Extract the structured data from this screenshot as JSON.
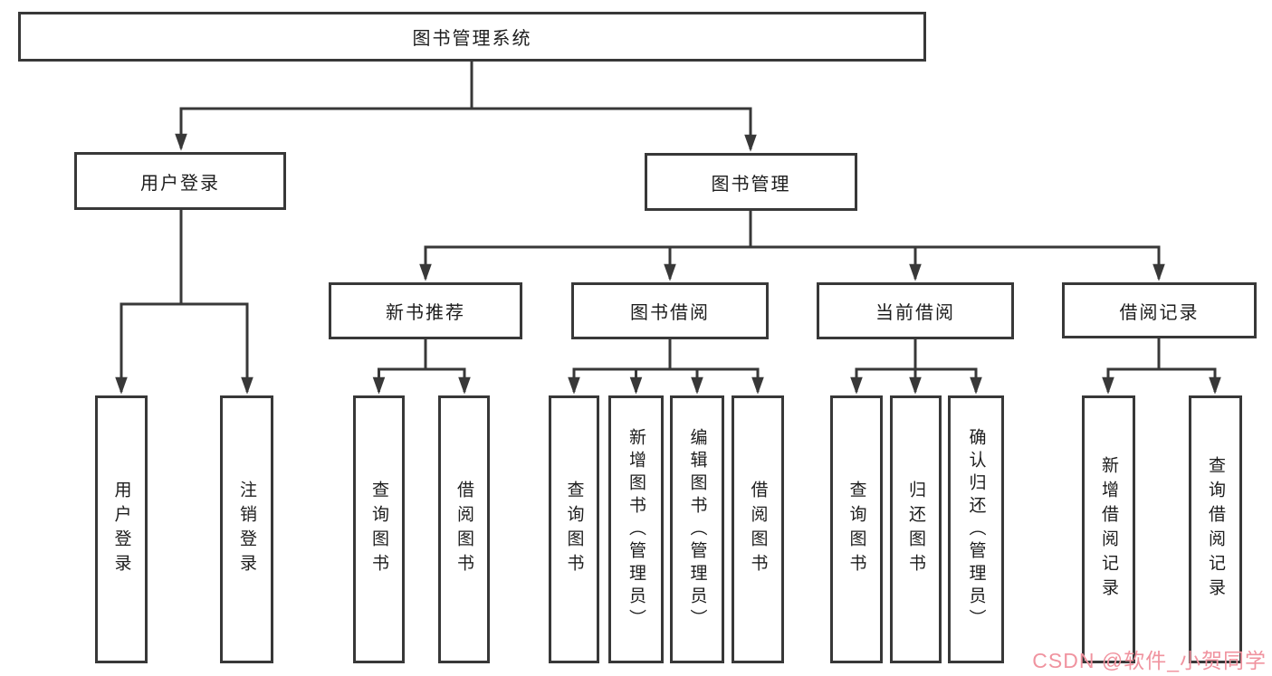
{
  "nodes": {
    "root": {
      "label": "图书管理系统"
    },
    "level2": [
      {
        "label": "用户登录"
      },
      {
        "label": "图书管理"
      }
    ],
    "level3": [
      {
        "label": "新书推荐",
        "parent": "图书管理"
      },
      {
        "label": "图书借阅",
        "parent": "图书管理"
      },
      {
        "label": "当前借阅",
        "parent": "图书管理"
      },
      {
        "label": "借阅记录",
        "parent": "图书管理"
      }
    ],
    "leaves": [
      {
        "label": "用户登录",
        "parent": "用户登录"
      },
      {
        "label": "注销登录",
        "parent": "用户登录"
      },
      {
        "label": "查询图书",
        "parent": "新书推荐"
      },
      {
        "label": "借阅图书",
        "parent": "新书推荐"
      },
      {
        "label": "查询图书",
        "parent": "图书借阅"
      },
      {
        "label": "新增图书（管理员）",
        "parent": "图书借阅"
      },
      {
        "label": "编辑图书（管理员）",
        "parent": "图书借阅"
      },
      {
        "label": "借阅图书",
        "parent": "图书借阅"
      },
      {
        "label": "查询图书",
        "parent": "当前借阅"
      },
      {
        "label": "归还图书",
        "parent": "当前借阅"
      },
      {
        "label": "确认归还（管理员）",
        "parent": "当前借阅"
      },
      {
        "label": "新增借阅记录",
        "parent": "借阅记录"
      },
      {
        "label": "查询借阅记录",
        "parent": "借阅记录"
      }
    ]
  },
  "watermark": {
    "text": "CSDN @软件_小贺同学",
    "color": "#f0939f"
  },
  "colors": {
    "line": "#383838",
    "box_border": "#383838",
    "box_fill": "#ffffff",
    "text": "#1d1d1d",
    "background": "#ffffff"
  }
}
